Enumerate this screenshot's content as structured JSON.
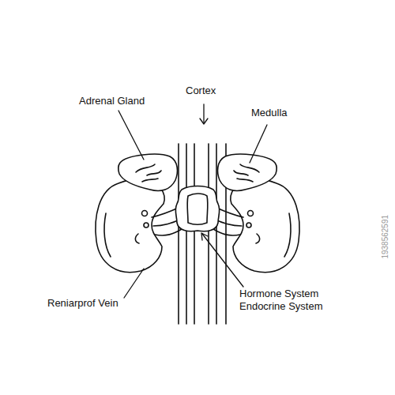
{
  "diagram": {
    "labels": [
      "Adrenal Gland",
      "Cortex",
      "Medulla",
      "Reniarprof Vein",
      "Hormone System",
      "Endocrine System",
      "1938562591"
    ]
  }
}
